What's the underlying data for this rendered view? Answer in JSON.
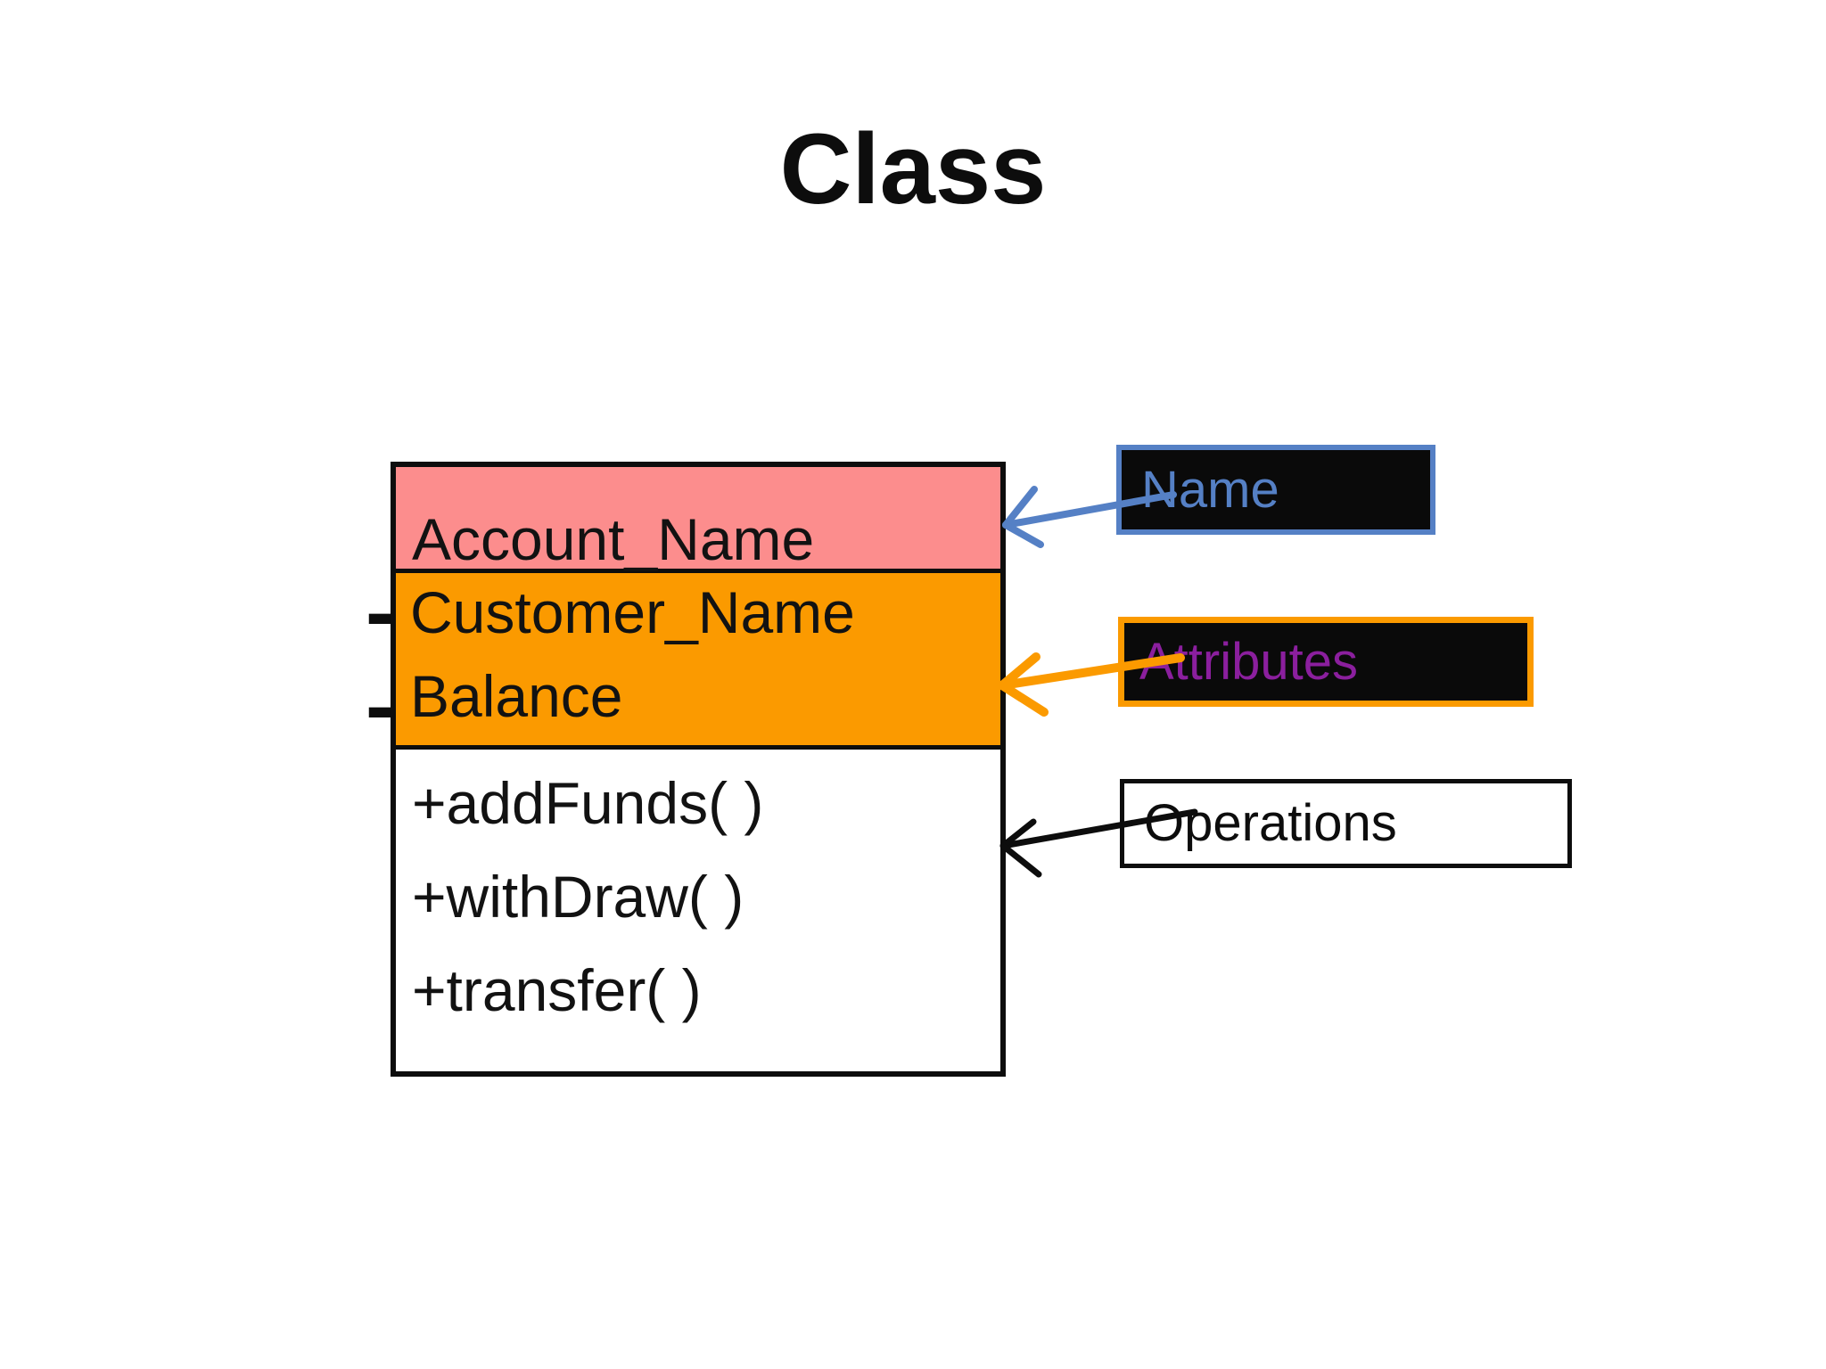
{
  "slide": {
    "title": "Class"
  },
  "colors": {
    "pink_header": "#FC8D8D",
    "orange_accent": "#FB9A00",
    "blue_accent": "#5580C5",
    "purple_text": "#8B1F9E",
    "ink": "#0D0D0D",
    "paper": "#FFFFFF"
  },
  "class_box": {
    "name_compartment": {
      "text": "Account_Name"
    },
    "attributes_compartment": {
      "items": [
        {
          "visibility": "-",
          "text": "Customer_Name"
        },
        {
          "visibility": "-",
          "text": "Balance"
        }
      ]
    },
    "operations_compartment": {
      "items": [
        {
          "text": "+addFunds( )"
        },
        {
          "text": "+withDraw( )"
        },
        {
          "text": "+transfer( )"
        }
      ]
    }
  },
  "callouts": [
    {
      "label": "Name"
    },
    {
      "label": "Attributes"
    },
    {
      "label": "Operations"
    }
  ]
}
